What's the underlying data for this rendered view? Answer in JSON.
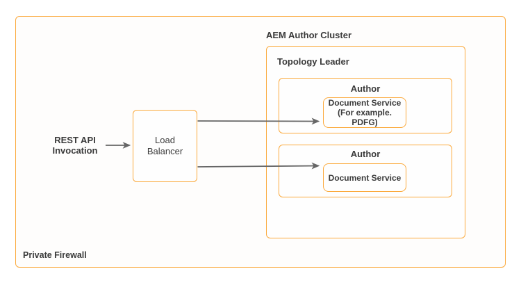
{
  "diagram": {
    "private_firewall_label": "Private Firewall",
    "rest_api_label": "REST API\nInvocation",
    "load_balancer_label": "Load\nBalancer",
    "aem_cluster_label": "AEM Author Cluster",
    "topology_leader_label": "Topology Leader",
    "authors": [
      {
        "label": "Author",
        "service_label": "Document Service\n(For example. PDFG)"
      },
      {
        "label": "Author",
        "service_label": "Document Service"
      }
    ],
    "colors": {
      "box_border": "#FBA93B",
      "arrow": "#666666",
      "text": "#3A3A3A",
      "background": "#FFFFFF"
    }
  }
}
